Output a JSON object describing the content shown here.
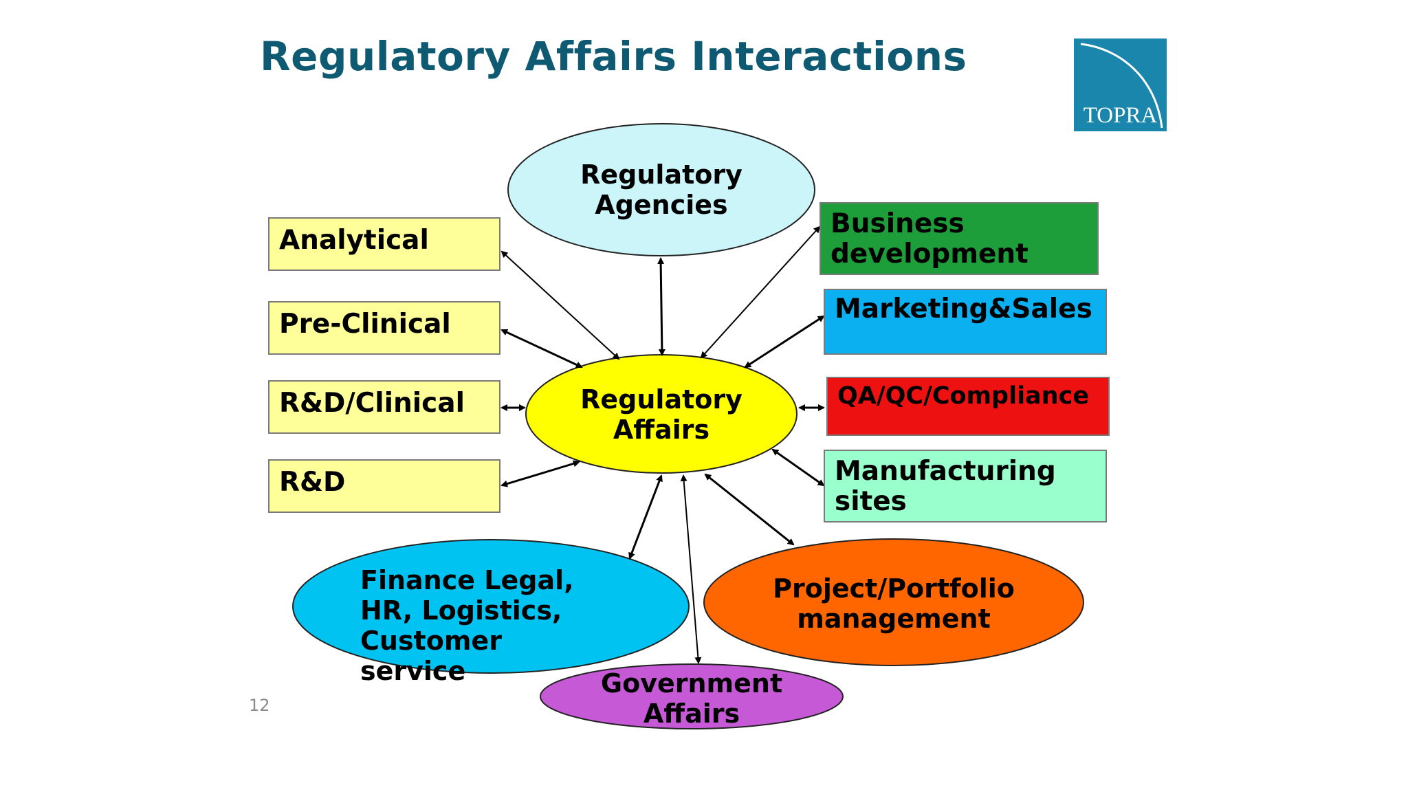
{
  "title": "Regulatory Affairs Interactions",
  "logo": {
    "text": "TOPRA",
    "color": "#1a86ac"
  },
  "page_number": "12",
  "center": {
    "label": "Regulatory Affairs",
    "color": "#ffff00"
  },
  "nodes": {
    "regulatory_agencies": {
      "label": "Regulatory Agencies",
      "color": "#ccf5fa"
    },
    "analytical": {
      "label": "Analytical",
      "color": "#ffff99"
    },
    "pre_clinical": {
      "label": "Pre-Clinical",
      "color": "#ffff99"
    },
    "rd_clinical": {
      "label": "R&D/Clinical",
      "color": "#ffff99"
    },
    "rd": {
      "label": "R&D",
      "color": "#ffff99"
    },
    "business_development": {
      "label": "Business development",
      "color": "#1e9e3a"
    },
    "marketing_sales": {
      "label": "Marketing&Sales",
      "color": "#0ab0ef"
    },
    "qa_qc": {
      "label": "QA/QC/Compliance",
      "color": "#ee1111"
    },
    "manufacturing": {
      "label": "Manufacturing sites",
      "color": "#99ffcc"
    },
    "finance": {
      "label": "Finance Legal, HR, Logistics, Customer service",
      "color": "#00c3f2"
    },
    "project": {
      "label": "Project/Portfolio management",
      "color": "#ff6600"
    },
    "government": {
      "label": "Government Affairs",
      "color": "#c65ad6"
    }
  }
}
